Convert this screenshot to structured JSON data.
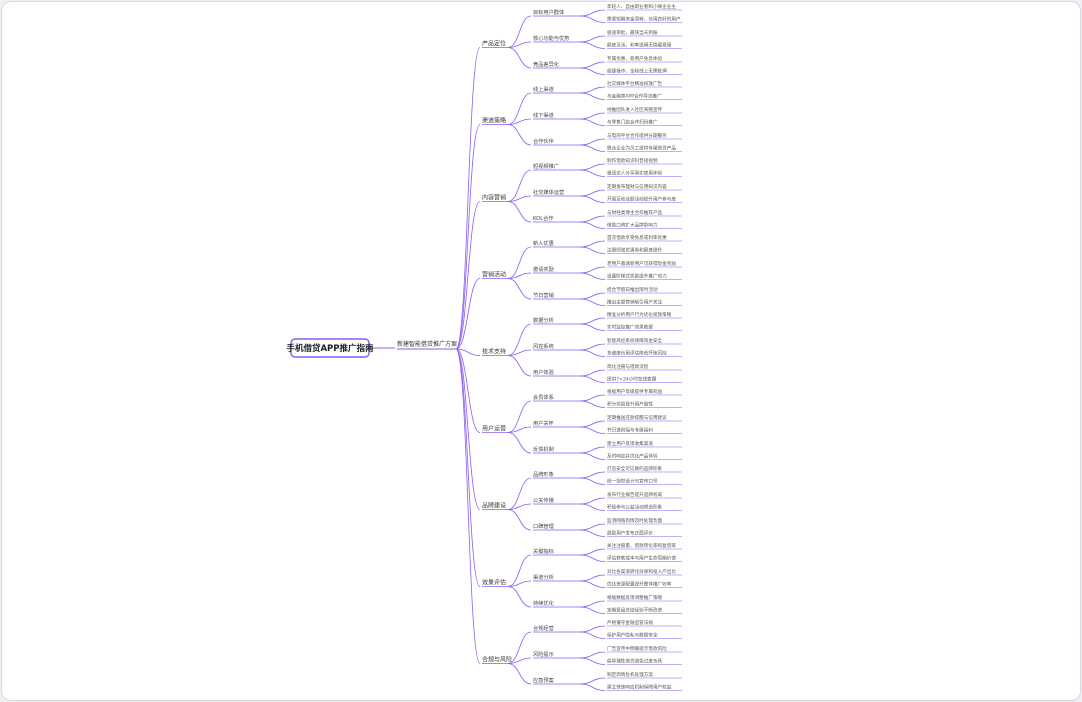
{
  "theme": {
    "line_color": "#8a5cf5",
    "root_border": "#8a5cf5"
  },
  "root": {
    "label": "手机借贷APP推广指南",
    "intro": "新建智能借贷推广方案",
    "branches": [
      {
        "label": "产品定位",
        "children": [
          {
            "label": "目标用户群体",
            "items": [
              "年轻人、自由职业者和小微企业主",
              "需要短期资金周转、信用良好的用户"
            ]
          },
          {
            "label": "核心功能与优势",
            "items": [
              "极速审批，最快当天到账",
              "额度灵活，利率透明无隐藏费用"
            ]
          },
          {
            "label": "竞品差异化",
            "items": [
              "专属优惠，新用户免息体验",
              "便捷操作，全程线上无需抵押"
            ]
          }
        ]
      },
      {
        "label": "渠道策略",
        "children": [
          {
            "label": "线上渠道",
            "items": [
              "社交媒体平台精准投放广告",
              "与金融类APP合作导流推广"
            ]
          },
          {
            "label": "线下渠道",
            "items": [
              "地推团队进入社区商圈宣传",
              "与零售门店合作扫码推广"
            ]
          },
          {
            "label": "合作伙伴",
            "items": [
              "与电商平台合作提供分期服务",
              "联合企业为员工提供专属借贷产品"
            ]
          }
        ]
      },
      {
        "label": "内容营销",
        "children": [
          {
            "label": "短视频推广",
            "items": [
              "制作借款知识科普短视频",
              "邀请达人分享真实使用体验"
            ]
          },
          {
            "label": "社交媒体运营",
            "items": [
              "定期发布理财与信用知识内容",
              "开展互动话题活动提升用户参与度"
            ]
          },
          {
            "label": "KOL合作",
            "items": [
              "与财经类博主合作推荐产品",
              "借助口碑扩大品牌影响力"
            ]
          }
        ]
      },
      {
        "label": "营销活动",
        "children": [
          {
            "label": "新人优惠",
            "items": [
              "首次借款享受免息或利率优惠",
              "注册即送优惠券和额度提升"
            ]
          },
          {
            "label": "邀请奖励",
            "items": [
              "老用户邀请新用户可获得现金奖励",
              "设置阶梯式奖励提升推广动力"
            ]
          },
          {
            "label": "节日营销",
            "items": [
              "结合节假日推出限时活动",
              "推出主题营销吸引用户关注"
            ]
          }
        ]
      },
      {
        "label": "技术支持",
        "children": [
          {
            "label": "数据分析",
            "items": [
              "精准分析用户行为优化投放策略",
              "实时监控推广效果数据"
            ]
          },
          {
            "label": "风控系统",
            "items": [
              "智能风控系统保障资金安全",
              "多维度信用评估降低坏账风险"
            ]
          },
          {
            "label": "用户体验",
            "items": [
              "简化注册与借款流程",
              "提供7×24小时在线客服"
            ]
          }
        ]
      },
      {
        "label": "用户运营",
        "children": [
          {
            "label": "会员体系",
            "items": [
              "根据用户等级提供专属权益",
              "积分奖励提升用户黏性"
            ]
          },
          {
            "label": "用户关怀",
            "items": [
              "定期推送还款提醒与信用建议",
              "节日送祝福与专属福利"
            ]
          },
          {
            "label": "反馈机制",
            "items": [
              "建立用户反馈收集渠道",
              "及时响应并优化产品体验"
            ]
          }
        ]
      },
      {
        "label": "品牌建设",
        "children": [
          {
            "label": "品牌形象",
            "items": [
              "打造安全可信赖的品牌形象",
              "统一视觉设计与宣传口号"
            ]
          },
          {
            "label": "公关传播",
            "items": [
              "发布行业报告提升品牌权威",
              "积极参与公益活动塑造形象"
            ]
          },
          {
            "label": "口碑管理",
            "items": [
              "监测网络舆情及时处理负面",
              "鼓励用户发布正面评价"
            ]
          }
        ]
      },
      {
        "label": "效果评估",
        "children": [
          {
            "label": "关键指标",
            "items": [
              "关注注册量、借款转化率和复借率",
              "评估获客成本与用户生命周期价值"
            ]
          },
          {
            "label": "渠道分析",
            "items": [
              "对比各渠道转化效果和投入产出比",
              "优化资源配置提升整体推广效率"
            ]
          },
          {
            "label": "持续优化",
            "items": [
              "根据数据反馈调整推广策略",
              "定期复盘总结经验不断改进"
            ]
          }
        ]
      },
      {
        "label": "合规与风险",
        "children": [
          {
            "label": "合规经营",
            "items": [
              "严格遵守金融监管法规",
              "保护用户隐私与数据安全"
            ]
          },
          {
            "label": "风险提示",
            "items": [
              "广告宣传中明确提示借款风险",
              "倡导理性借贷避免过度负债"
            ]
          },
          {
            "label": "应急预案",
            "items": [
              "制定舆情危机处理方案",
              "建立快速响应机制保障用户权益"
            ]
          }
        ]
      }
    ]
  }
}
